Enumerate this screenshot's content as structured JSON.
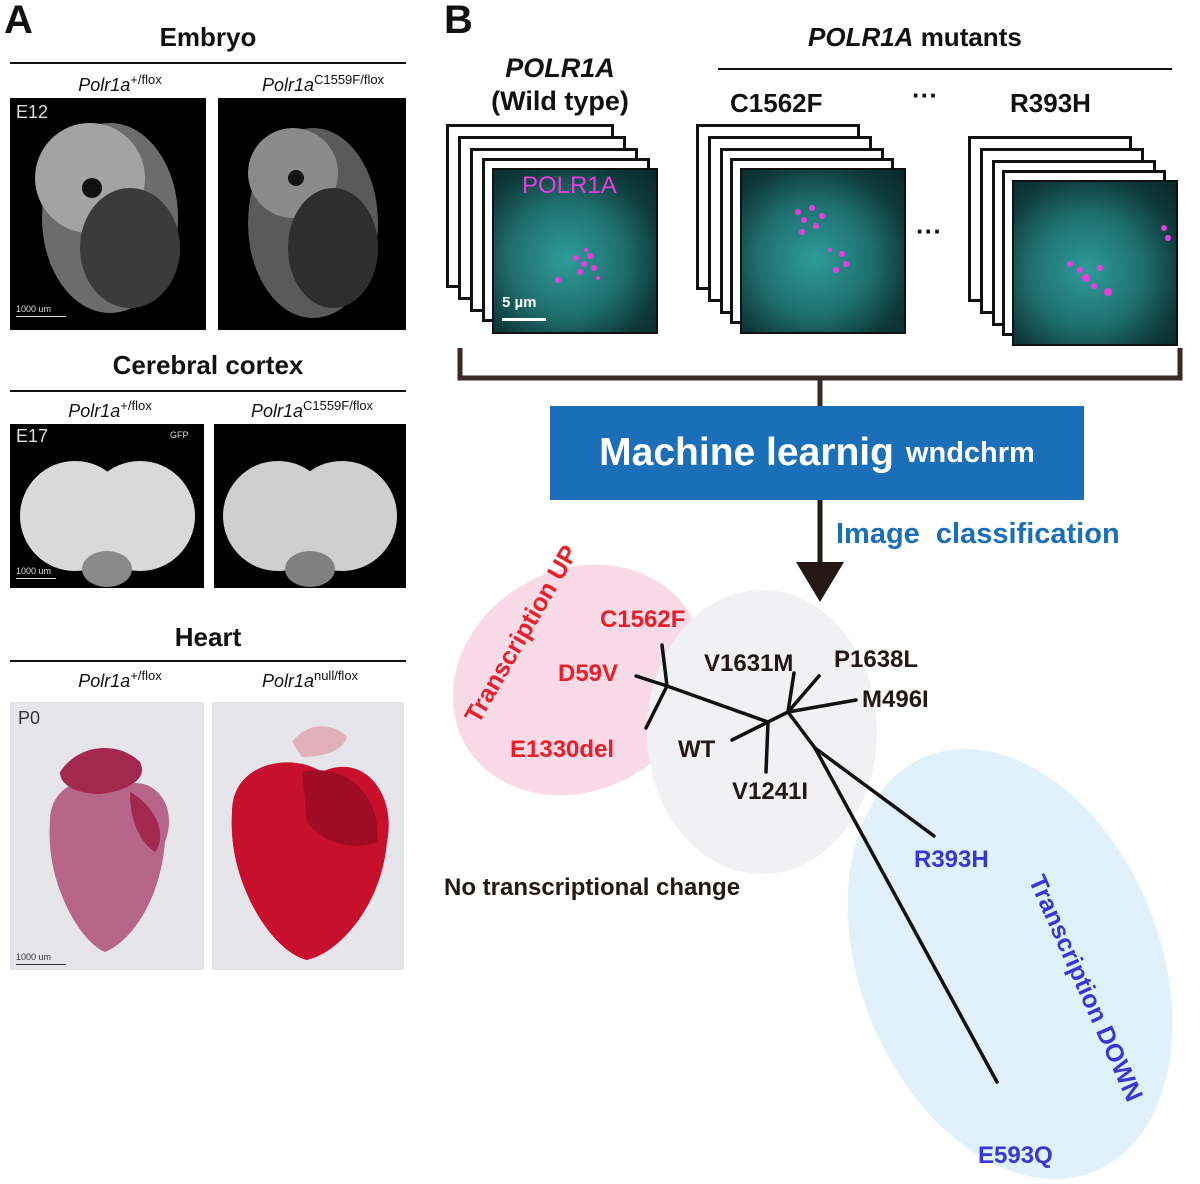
{
  "panel_a": {
    "letter": "A",
    "embryo": {
      "title": "Embryo",
      "left": {
        "base": "Polr1a",
        "sup": "+/flox",
        "stage": "E12",
        "scale": "1000 um"
      },
      "right": {
        "base": "Polr1a",
        "sup": "C1559F/flox"
      }
    },
    "cortex": {
      "title": "Cerebral cortex",
      "left": {
        "base": "Polr1a",
        "sup": "+/flox",
        "stage": "E17",
        "scale": "1000 um",
        "channel": "GFP"
      },
      "right": {
        "base": "Polr1a",
        "sup": "C1559F/flox"
      }
    },
    "heart": {
      "title": "Heart",
      "left": {
        "base": "Polr1a",
        "sup": "+/flox",
        "stage": "P0",
        "scale": "1000 um"
      },
      "right": {
        "base": "Polr1a",
        "sup": "null/flox"
      }
    }
  },
  "panel_b": {
    "letter": "B",
    "wt_title_line1": "POLR1A",
    "wt_title_line2": "(Wild type)",
    "mutants_title_italic": "POLR1A",
    "mutants_title_rest": " mutants",
    "mutant_left": "C1562F",
    "mutant_ellipsis": "···",
    "mutant_right": "R393H",
    "stain_label": "POLR1A",
    "scale_label": "5 µm",
    "between_ellipsis": "···",
    "ml_bold": "Machine learnig",
    "ml_small": "wndchrm",
    "classification": "Image  classification",
    "group_up": "Transcription UP",
    "group_down": "Transcription DOWN",
    "group_none": "No transcriptional change",
    "leaves": {
      "c1562f": "C1562F",
      "d59v": "D59V",
      "e1330del": "E1330del",
      "v1631m": "V1631M",
      "p1638l": "P1638L",
      "m496i": "M496I",
      "wt": "WT",
      "v1241i": "V1241I",
      "r393h": "R393H",
      "e593q": "E593Q"
    },
    "colors": {
      "up": "#e8202a",
      "down": "#3a35d8",
      "neutral": "#231815",
      "up_bg": "#f9dbe8",
      "down_bg": "#e0f1fb",
      "none_bg": "#f1f1f3",
      "ml_box": "#1a6fb8",
      "classification": "#1a6fb8",
      "stain": "#e83de0"
    }
  }
}
